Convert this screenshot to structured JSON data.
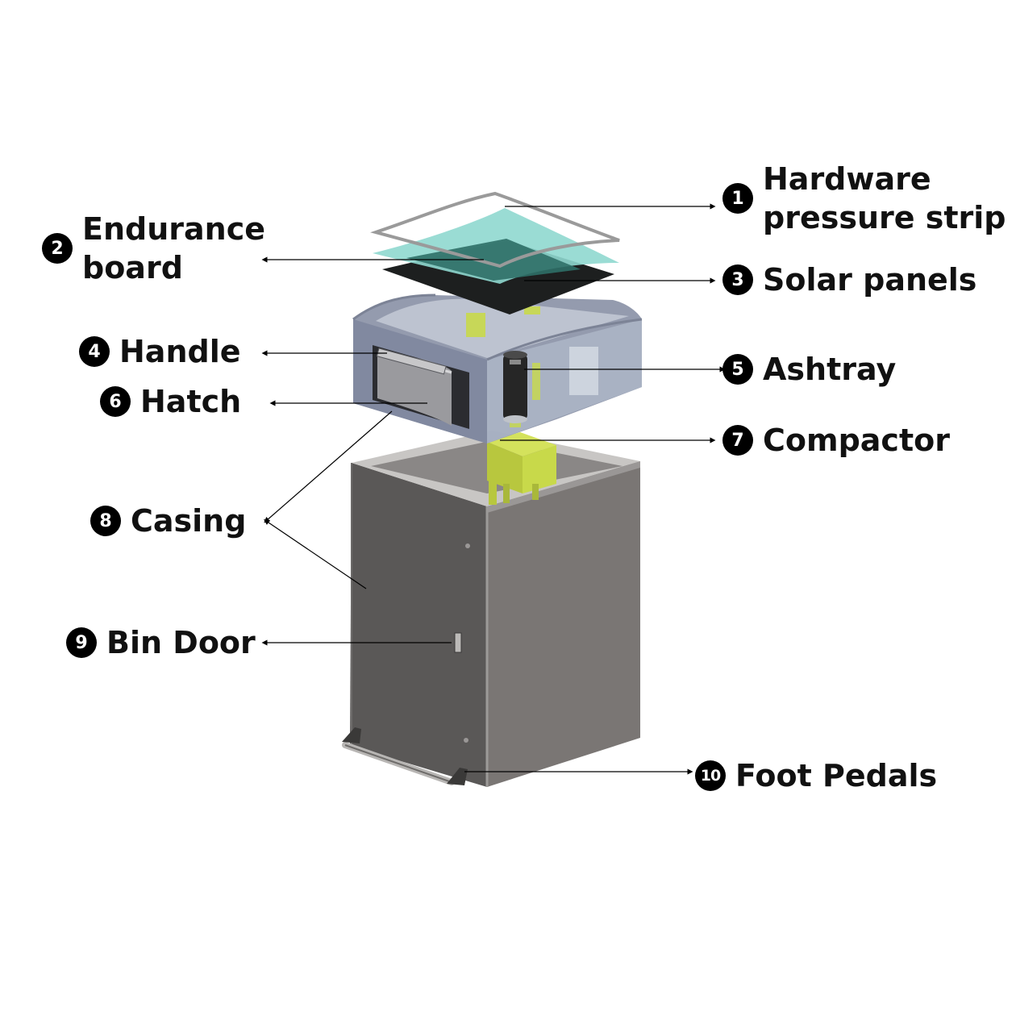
{
  "callouts": [
    {
      "number": "1",
      "label": "Hardware\npressure strip"
    },
    {
      "number": "2",
      "label": "Endurance\nboard"
    },
    {
      "number": "3",
      "label": "Solar panels"
    },
    {
      "number": "4",
      "label": "Handle"
    },
    {
      "number": "5",
      "label": "Ashtray"
    },
    {
      "number": "6",
      "label": "Hatch"
    },
    {
      "number": "7",
      "label": "Compactor"
    },
    {
      "number": "8",
      "label": "Casing"
    },
    {
      "number": "9",
      "label": "Bin Door"
    },
    {
      "number": "10",
      "label": "Foot Pedals"
    }
  ],
  "colors": {
    "casing_front": "#5a5857",
    "casing_side": "#7a7674",
    "lid_frame": "#8e96aa",
    "glass": "#8fd8cf",
    "dark_panel": "#1d1f1f",
    "compactor": "#c8d94a"
  }
}
